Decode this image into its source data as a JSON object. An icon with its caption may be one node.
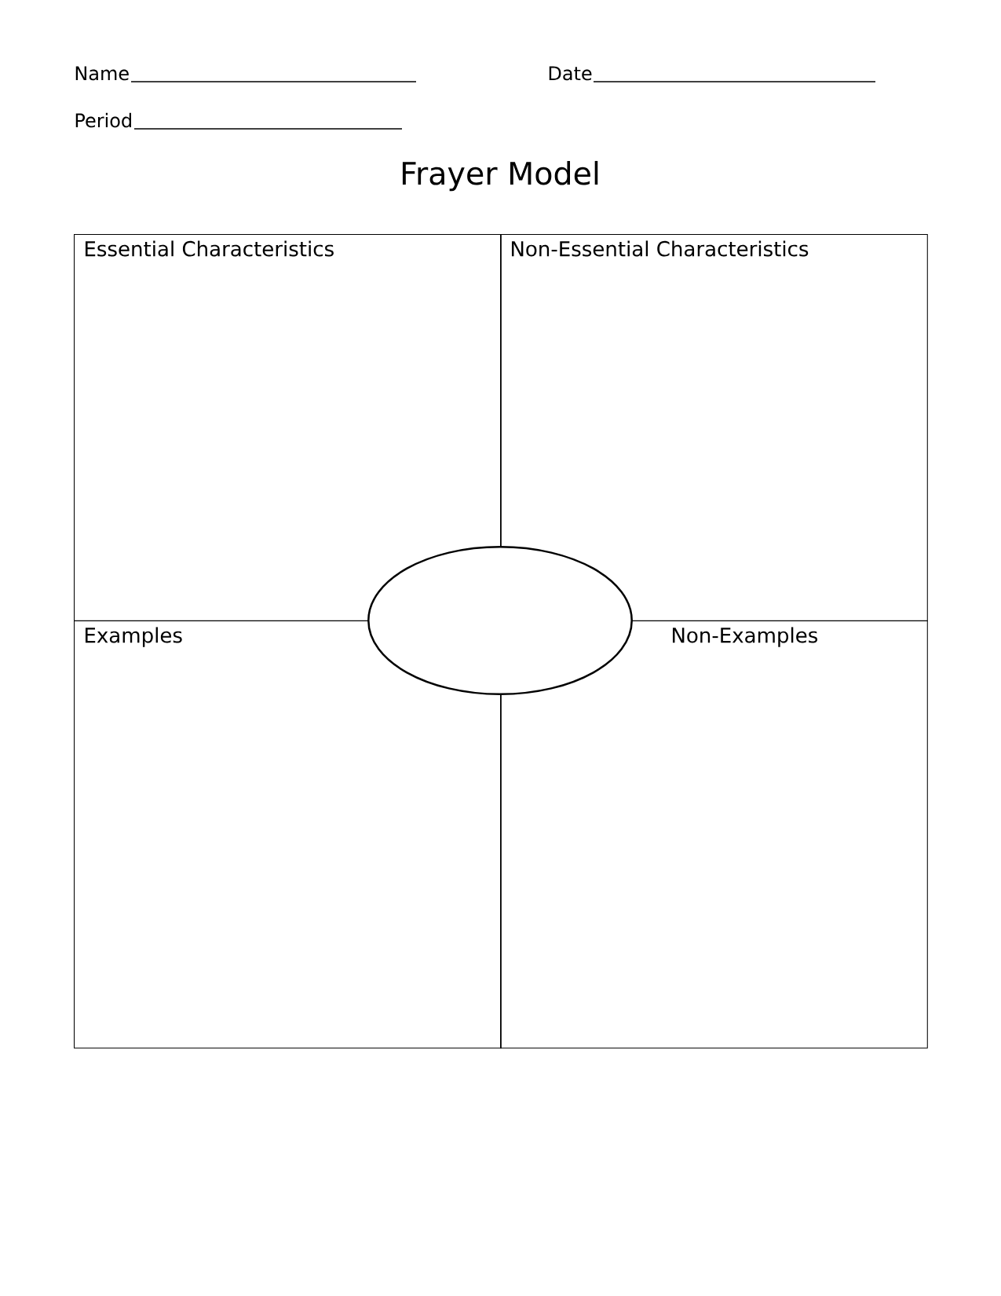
{
  "diagram": {
    "title": "Frayer Model",
    "nodes": [
      {
        "text": [
          "Essential Characteristics"
        ]
      },
      {
        "text": [
          "Non-Essential Characteristics"
        ]
      },
      {
        "text": [
          "Examples"
        ]
      },
      {
        "text": [
          "Non-Examples"
        ]
      },
      {
        "text": [],
        "shape": "ellipse"
      }
    ],
    "labels": [
      "Name",
      "Date",
      "Period"
    ]
  }
}
